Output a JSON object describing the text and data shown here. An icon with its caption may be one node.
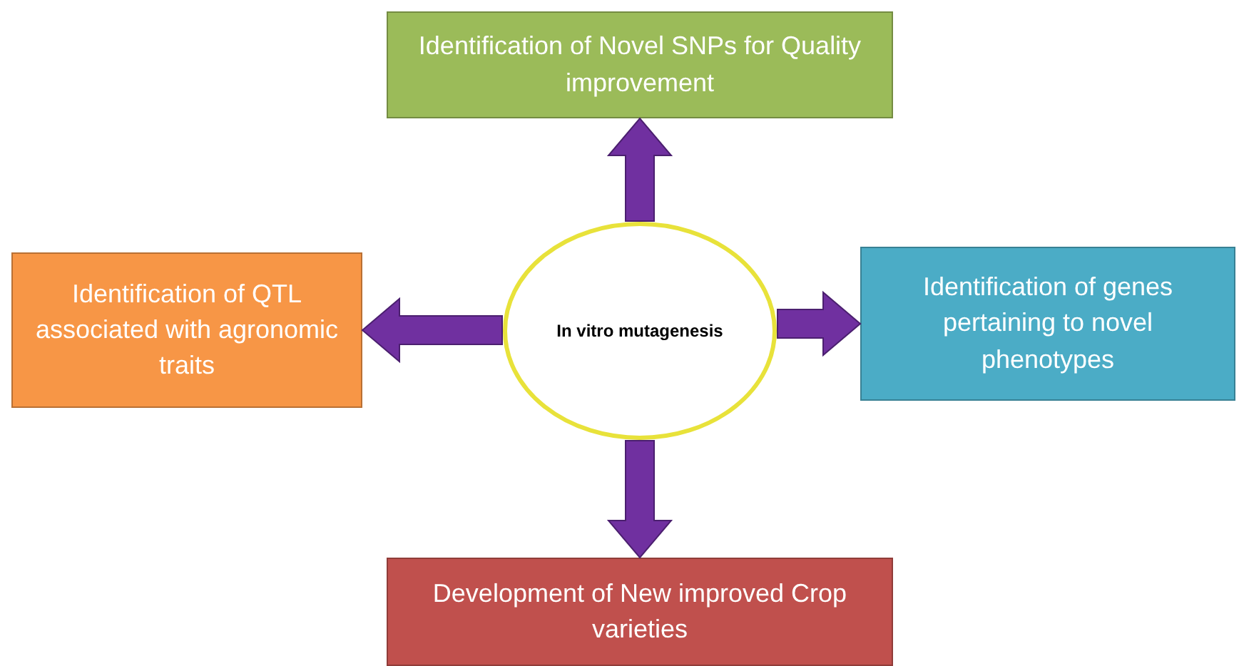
{
  "diagram": {
    "nodes": [
      {
        "text": [
          "Identification of Novel SNPs for Quality improvement"
        ]
      },
      {
        "text": [
          "Identification of QTL associated with agronomic traits"
        ]
      },
      {
        "text": [
          "In vitro mutagenesis"
        ]
      },
      {
        "text": [
          "Identification of genes pertaining to novel phenotypes"
        ]
      },
      {
        "text": [
          "Development of New improved Crop varieties"
        ]
      }
    ],
    "edges": [
      {
        "from": 2,
        "to": 0,
        "arrow": "to"
      },
      {
        "from": 2,
        "to": 1,
        "arrow": "to"
      },
      {
        "from": 2,
        "to": 3,
        "arrow": "to"
      },
      {
        "from": 2,
        "to": 4,
        "arrow": "to"
      }
    ]
  }
}
